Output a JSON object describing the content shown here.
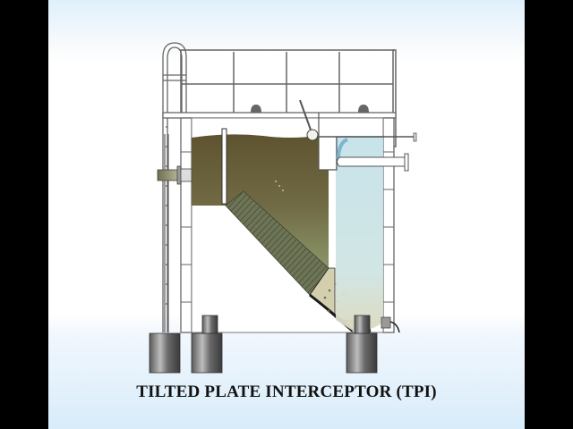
{
  "slide": {
    "caption": "TILTED PLATE INTERCEPTOR (TPI)"
  },
  "diagram": {
    "subject": "Tilted plate interceptor cross-section",
    "components": [
      "handrail",
      "access-ladder",
      "tank-walls",
      "inlet-nozzle",
      "inlet-baffle",
      "oily-water-chamber",
      "tilted-plate-pack",
      "oil-skimmer-pipe",
      "oil-outlet-pipe",
      "clean-water-chamber",
      "treated-water-outlet-pipe",
      "sludge-hopper",
      "sludge-outlet",
      "support-pedestals"
    ],
    "colors": {
      "oily_water_top": "#6b5f3a",
      "oily_water_bottom": "#8a9a6a",
      "clean_water": "#c7e3ea",
      "sludge": "#d6d3b8",
      "outline": "#555555",
      "pedestal": "#666666"
    }
  }
}
